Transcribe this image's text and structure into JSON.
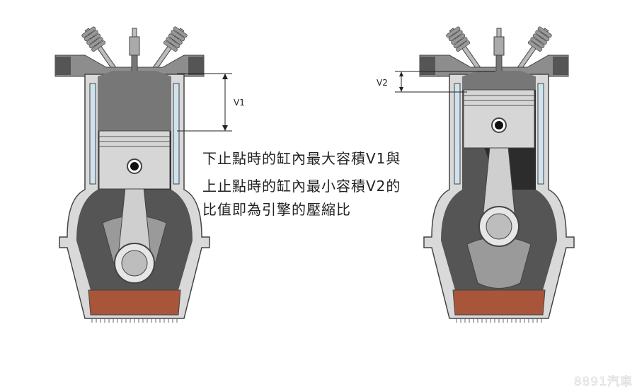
{
  "caption": {
    "line1": "下止點時的缸內最大容積V1與",
    "line2": "上止點時的缸內最小容積V2的",
    "line3": "比值即為引擎的壓縮比"
  },
  "labels": {
    "v1": "V1",
    "v2": "V2"
  },
  "watermark": "8891汽車",
  "engines": [
    {
      "name": "bottom-dead-center",
      "piston_position": "bottom"
    },
    {
      "name": "top-dead-center",
      "piston_position": "top"
    }
  ],
  "colors": {
    "oil": "#a9553a",
    "coolant": "#cfe3ee",
    "bore": "#2c2c2c",
    "block": "#d9d9d9"
  }
}
